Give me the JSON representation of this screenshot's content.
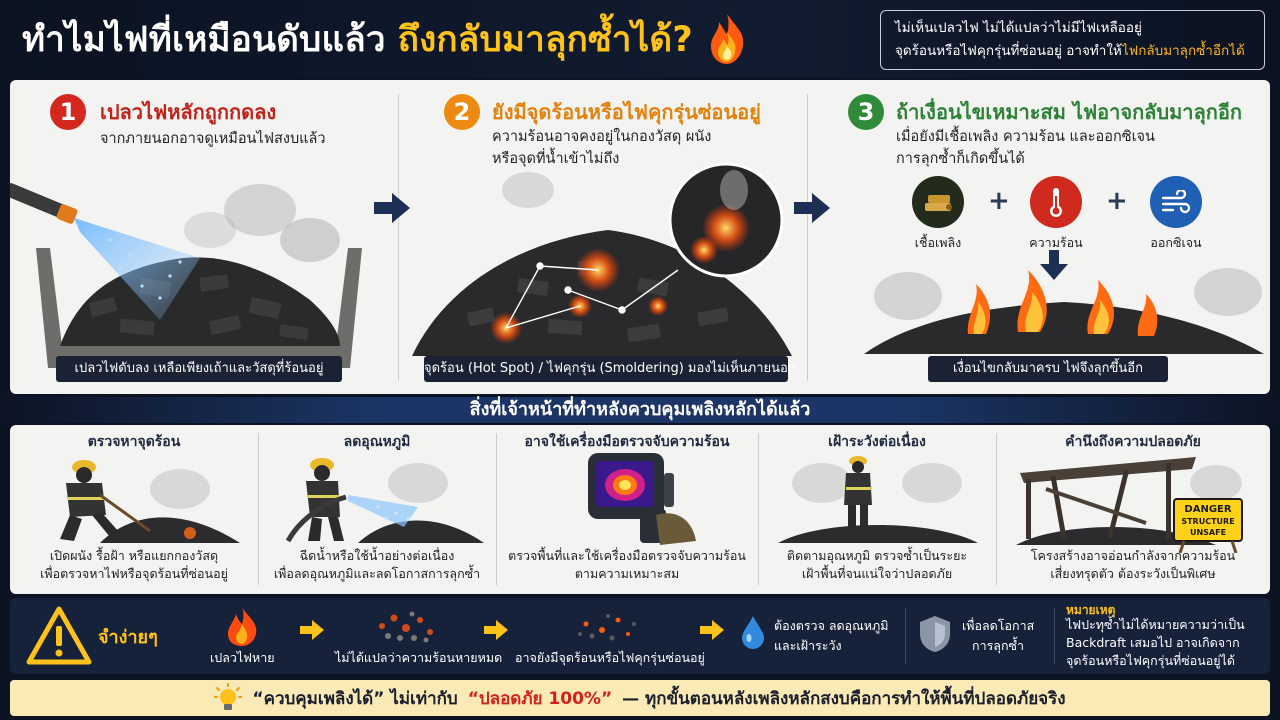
{
  "header": {
    "title_main": "ทำไมไฟที่เหมือนดับแล้ว",
    "title_highlight": "ถึงกลับมาลุกซ้ำได้?",
    "note_line1": "ไม่เห็นเปลวไฟ ไม่ได้แปลว่าไม่มีไฟเหลืออยู่",
    "note_line2_prefix": "จุดร้อนหรือไฟคุกรุ่นที่ซ่อนอยู่ อาจทำให้",
    "note_line2_highlight": "ไฟกลับมาลุกซ้ำอีกได้"
  },
  "steps": [
    {
      "number": "1",
      "title": "เปลวไฟหลักถูกกดลง",
      "desc_lines": [
        "จากภายนอกอาจดูเหมือนไฟสงบแล้ว"
      ],
      "caption": "เปลวไฟดับลง เหลือเพียงเถ้าและวัสดุที่ร้อนอยู่"
    },
    {
      "number": "2",
      "title": "ยังมีจุดร้อนหรือไฟคุกรุ่นซ่อนอยู่",
      "desc_lines": [
        "ความร้อนอาจคงอยู่ในกองวัสดุ ผนัง",
        "หรือจุดที่น้ำเข้าไม่ถึง"
      ],
      "caption": "จุดร้อน (Hot Spot) / ไฟคุกรุ่น (Smoldering) มองไม่เห็นภายนอก"
    },
    {
      "number": "3",
      "title": "ถ้าเงื่อนไขเหมาะสม ไฟอาจกลับมาลุกอีก",
      "desc_lines": [
        "เมื่อยังมีเชื้อเพลิง ความร้อน และออกซิเจน",
        "การลุกซ้ำก็เกิดขึ้นได้"
      ],
      "caption": "เงื่อนไขกลับมาครบ ไฟจึงลุกขึ้นอีก",
      "factors": [
        "เชื้อเพลิง",
        "ความร้อน",
        "ออกซิเจน"
      ]
    }
  ],
  "section_title": "สิ่งที่เจ้าหน้าที่ทำหลังควบคุมเพลิงหลักได้แล้ว",
  "actions": [
    {
      "title": "ตรวจหาจุดร้อน",
      "desc_lines": [
        "เปิดผนัง รื้อฝ้า หรือแยกกองวัสดุ",
        "เพื่อตรวจหาไฟหรือจุดร้อนที่ซ่อนอยู่"
      ]
    },
    {
      "title": "ลดอุณหภูมิ",
      "desc_lines": [
        "ฉีดน้ำหรือใช้น้ำอย่างต่อเนื่อง",
        "เพื่อลดอุณหภูมิและลดโอกาสการลุกซ้ำ"
      ]
    },
    {
      "title": "อาจใช้เครื่องมือตรวจจับความร้อน",
      "desc_lines": [
        "ตรวจพื้นที่และใช้เครื่องมือตรวจจับความร้อน",
        "ตามความเหมาะสม"
      ]
    },
    {
      "title": "เฝ้าระวังต่อเนื่อง",
      "desc_lines": [
        "ติดตามอุณหภูมิ ตรวจซ้ำเป็นระยะ",
        "เฝ้าพื้นที่จนแน่ใจว่าปลอดภัย"
      ]
    },
    {
      "title": "คำนึงถึงความปลอดภัย",
      "desc_lines": [
        "โครงสร้างอาจอ่อนกำลังจากความร้อน",
        "เสี่ยงทรุดตัว ต้องระวังเป็นพิเศษ"
      ],
      "sign_lines": [
        "DANGER",
        "STRUCTURE",
        "UNSAFE"
      ]
    }
  ],
  "summary": {
    "remember": "จำง่ายๆ",
    "flow": [
      "เปลวไฟหาย",
      "ไม่ได้แปลว่าความร้อนหายหมด",
      "อาจยังมีจุดร้อนหรือไฟคุกรุ่นซ่อนอยู่"
    ],
    "check_lines": [
      "ต้องตรวจ ลดอุณหภูมิ",
      "และเฝ้าระวัง"
    ],
    "reduce_lines": [
      "เพื่อลดโอกาส",
      "การลุกซ้ำ"
    ],
    "note_title": "หมายเหตุ",
    "note_lines": [
      "ไฟปะทุซ้ำไม่ได้หมายความว่าเป็น",
      "Backdraft เสมอไป อาจเกิดจาก",
      "จุดร้อนหรือไฟคุกรุ่นที่ซ่อนอยู่ได้"
    ]
  },
  "footer": {
    "part1": "“ควบคุมเพลิงได้” ไม่เท่ากับ",
    "part2": "“ปลอดภัย 100%”",
    "part3": "— ทุกขั้นตอนหลังเพลิงหลักสงบคือการทำให้พื้นที่ปลอดภัยจริง"
  },
  "colors": {
    "accent_yellow": "#ffc21a",
    "step_red": "#c5211b",
    "step_orange": "#e3820d",
    "step_green": "#2d8236",
    "navy": "#16213a"
  }
}
